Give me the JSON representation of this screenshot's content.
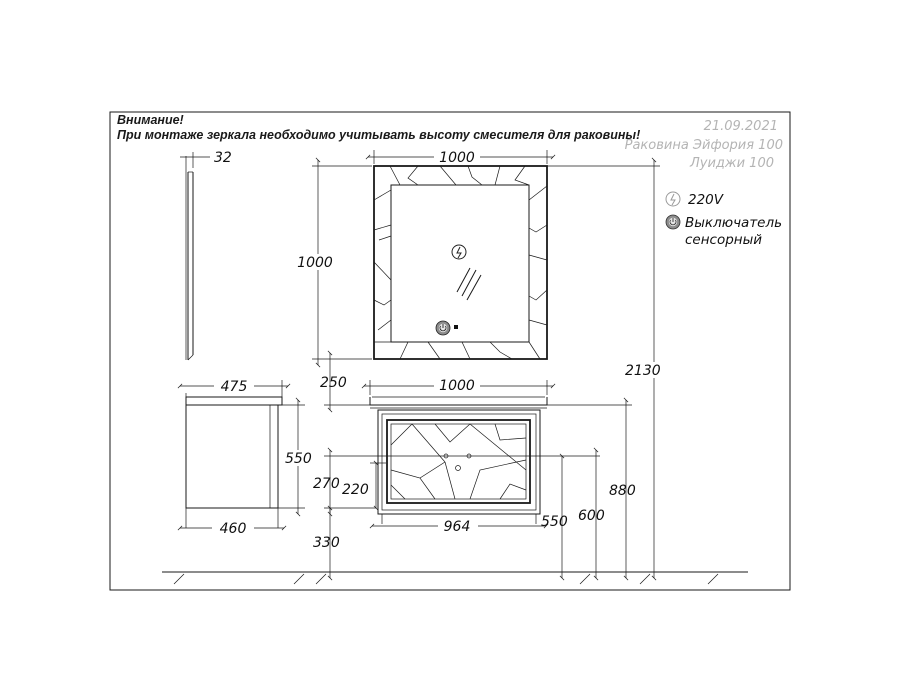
{
  "warning": {
    "title": "Внимание!",
    "text": "При монтаже зеркала необходимо учитывать высоту смесителя для раковины!"
  },
  "meta": {
    "date": "21.09.2021",
    "product_line1": "Раковина Эйфория 100",
    "product_line2": "Луиджи 100"
  },
  "legend": {
    "power_label": "220V",
    "switch_label_line1": "Выключатель",
    "switch_label_line2": "сенсорный",
    "power_icon": "lightning-circle-icon",
    "switch_icon": "power-button-icon"
  },
  "dimensions": {
    "mirror_depth": "32",
    "mirror_width": "1000",
    "mirror_height": "1000",
    "gap_mirror_cabinet": "250",
    "total_height": "2130",
    "cabinet_side_top_depth": "475",
    "cabinet_side_bottom_depth": "460",
    "cabinet_front_height": "550",
    "sink_width": "1000",
    "cabinet_height": "550",
    "cabinet_body_height": "600",
    "countertop_height": "880",
    "cabinet_width": "964",
    "drawer_height": "270",
    "drawer_inner_height": "220",
    "floor_clearance": "330"
  }
}
